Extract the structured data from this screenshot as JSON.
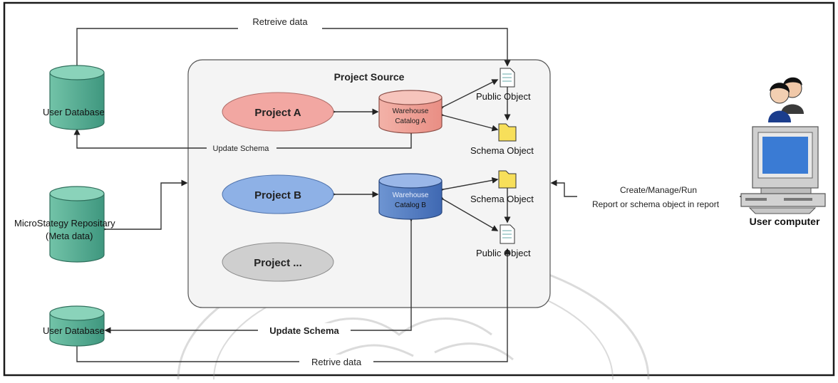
{
  "labels": {
    "retrieve_top": "Retreive data",
    "retrieve_bottom": "Retrive data",
    "update_schema_top": "Update Schema",
    "update_schema_bottom": "Update Schema",
    "create_line1": "Create/Manage/Run",
    "create_line2": "Report or schema object in report"
  },
  "project_source": {
    "title": "Project Source"
  },
  "databases": {
    "user_db_top": "User Database",
    "repository_line1": "MicroStategy Repositary",
    "repository_line2": "(Meta data)",
    "user_db_bottom": "User Database"
  },
  "projects": {
    "a": "Project A",
    "b": "Project B",
    "more": "Project ..."
  },
  "catalogs": {
    "a_line1": "Warehouse",
    "a_line2": "Catalog A",
    "b_line1": "Warehouse",
    "b_line2": "Catalog B"
  },
  "objects": {
    "public_a": "Public Object",
    "schema_a": "Schema Object",
    "schema_b": "Schema Object",
    "public_b": "Public Object"
  },
  "user_computer": {
    "label": "User computer"
  },
  "colors": {
    "project_a": "#f2a7a2",
    "project_b": "#8eb1e6",
    "project_more": "#cfcfcf",
    "catalog_a": "#f1a89a",
    "catalog_b": "#5a82c6",
    "database": "#5fb39a",
    "folder": "#f7df5a",
    "frame": "#1a1a1a"
  }
}
